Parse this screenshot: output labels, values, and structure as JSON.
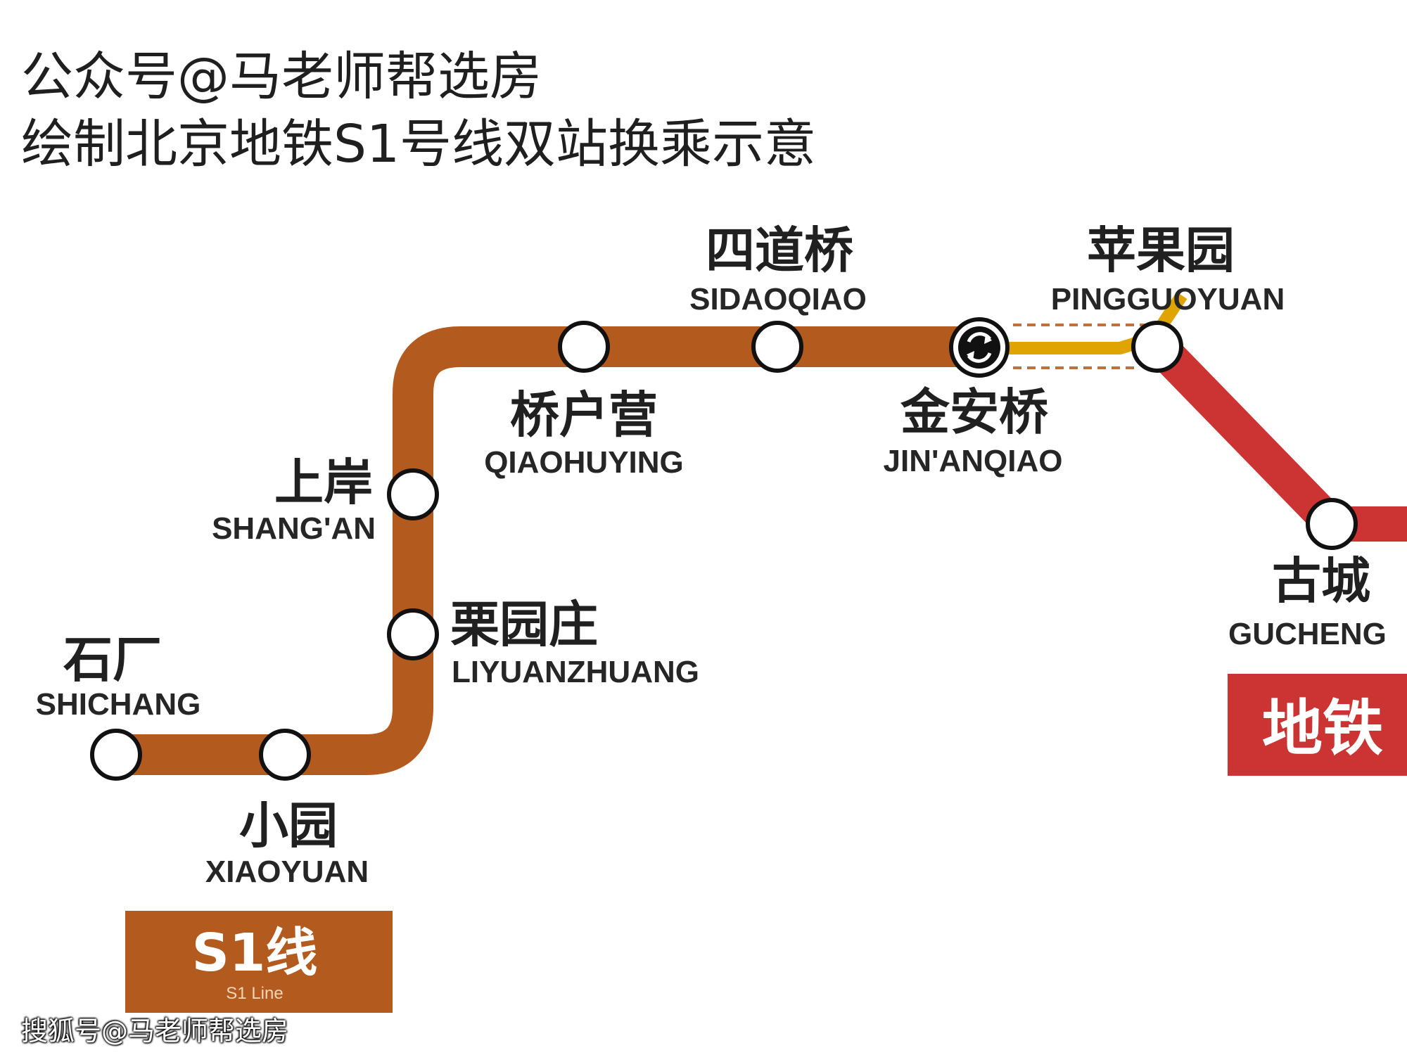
{
  "header": {
    "line1": "公众号@马老师帮选房",
    "line2": "绘制北京地铁S1号线双站换乘示意"
  },
  "colors": {
    "s1_line": "#b35a1f",
    "line1_red": "#cc3333",
    "transfer_passage": "#e0a400",
    "transfer_dash": "#c0703a"
  },
  "stations": {
    "shichang": {
      "zh": "石厂",
      "en": "SHICHANG"
    },
    "xiaoyuan": {
      "zh": "小园",
      "en": "XIAOYUAN"
    },
    "liyuanzhuang": {
      "zh": "栗园庄",
      "en": "LIYUANZHUANG"
    },
    "shangan": {
      "zh": "上岸",
      "en": "SHANG'AN"
    },
    "qiaohuying": {
      "zh": "桥户营",
      "en": "QIAOHUYING"
    },
    "sidaoqiao": {
      "zh": "四道桥",
      "en": "SIDAOQIAO"
    },
    "jinanqiao": {
      "zh": "金安桥",
      "en": "JIN'ANQIAO"
    },
    "pingguoyuan": {
      "zh": "苹果园",
      "en": "PINGGUOYUAN"
    },
    "gucheng": {
      "zh": "古城",
      "en": "GUCHENG"
    }
  },
  "transfer_icon": "transfer-arrows-icon",
  "badges": {
    "s1": {
      "main": "S1线",
      "sub": "S1 Line"
    },
    "subway": {
      "main": "地铁"
    }
  },
  "watermark": "搜狐号@马老师帮选房"
}
